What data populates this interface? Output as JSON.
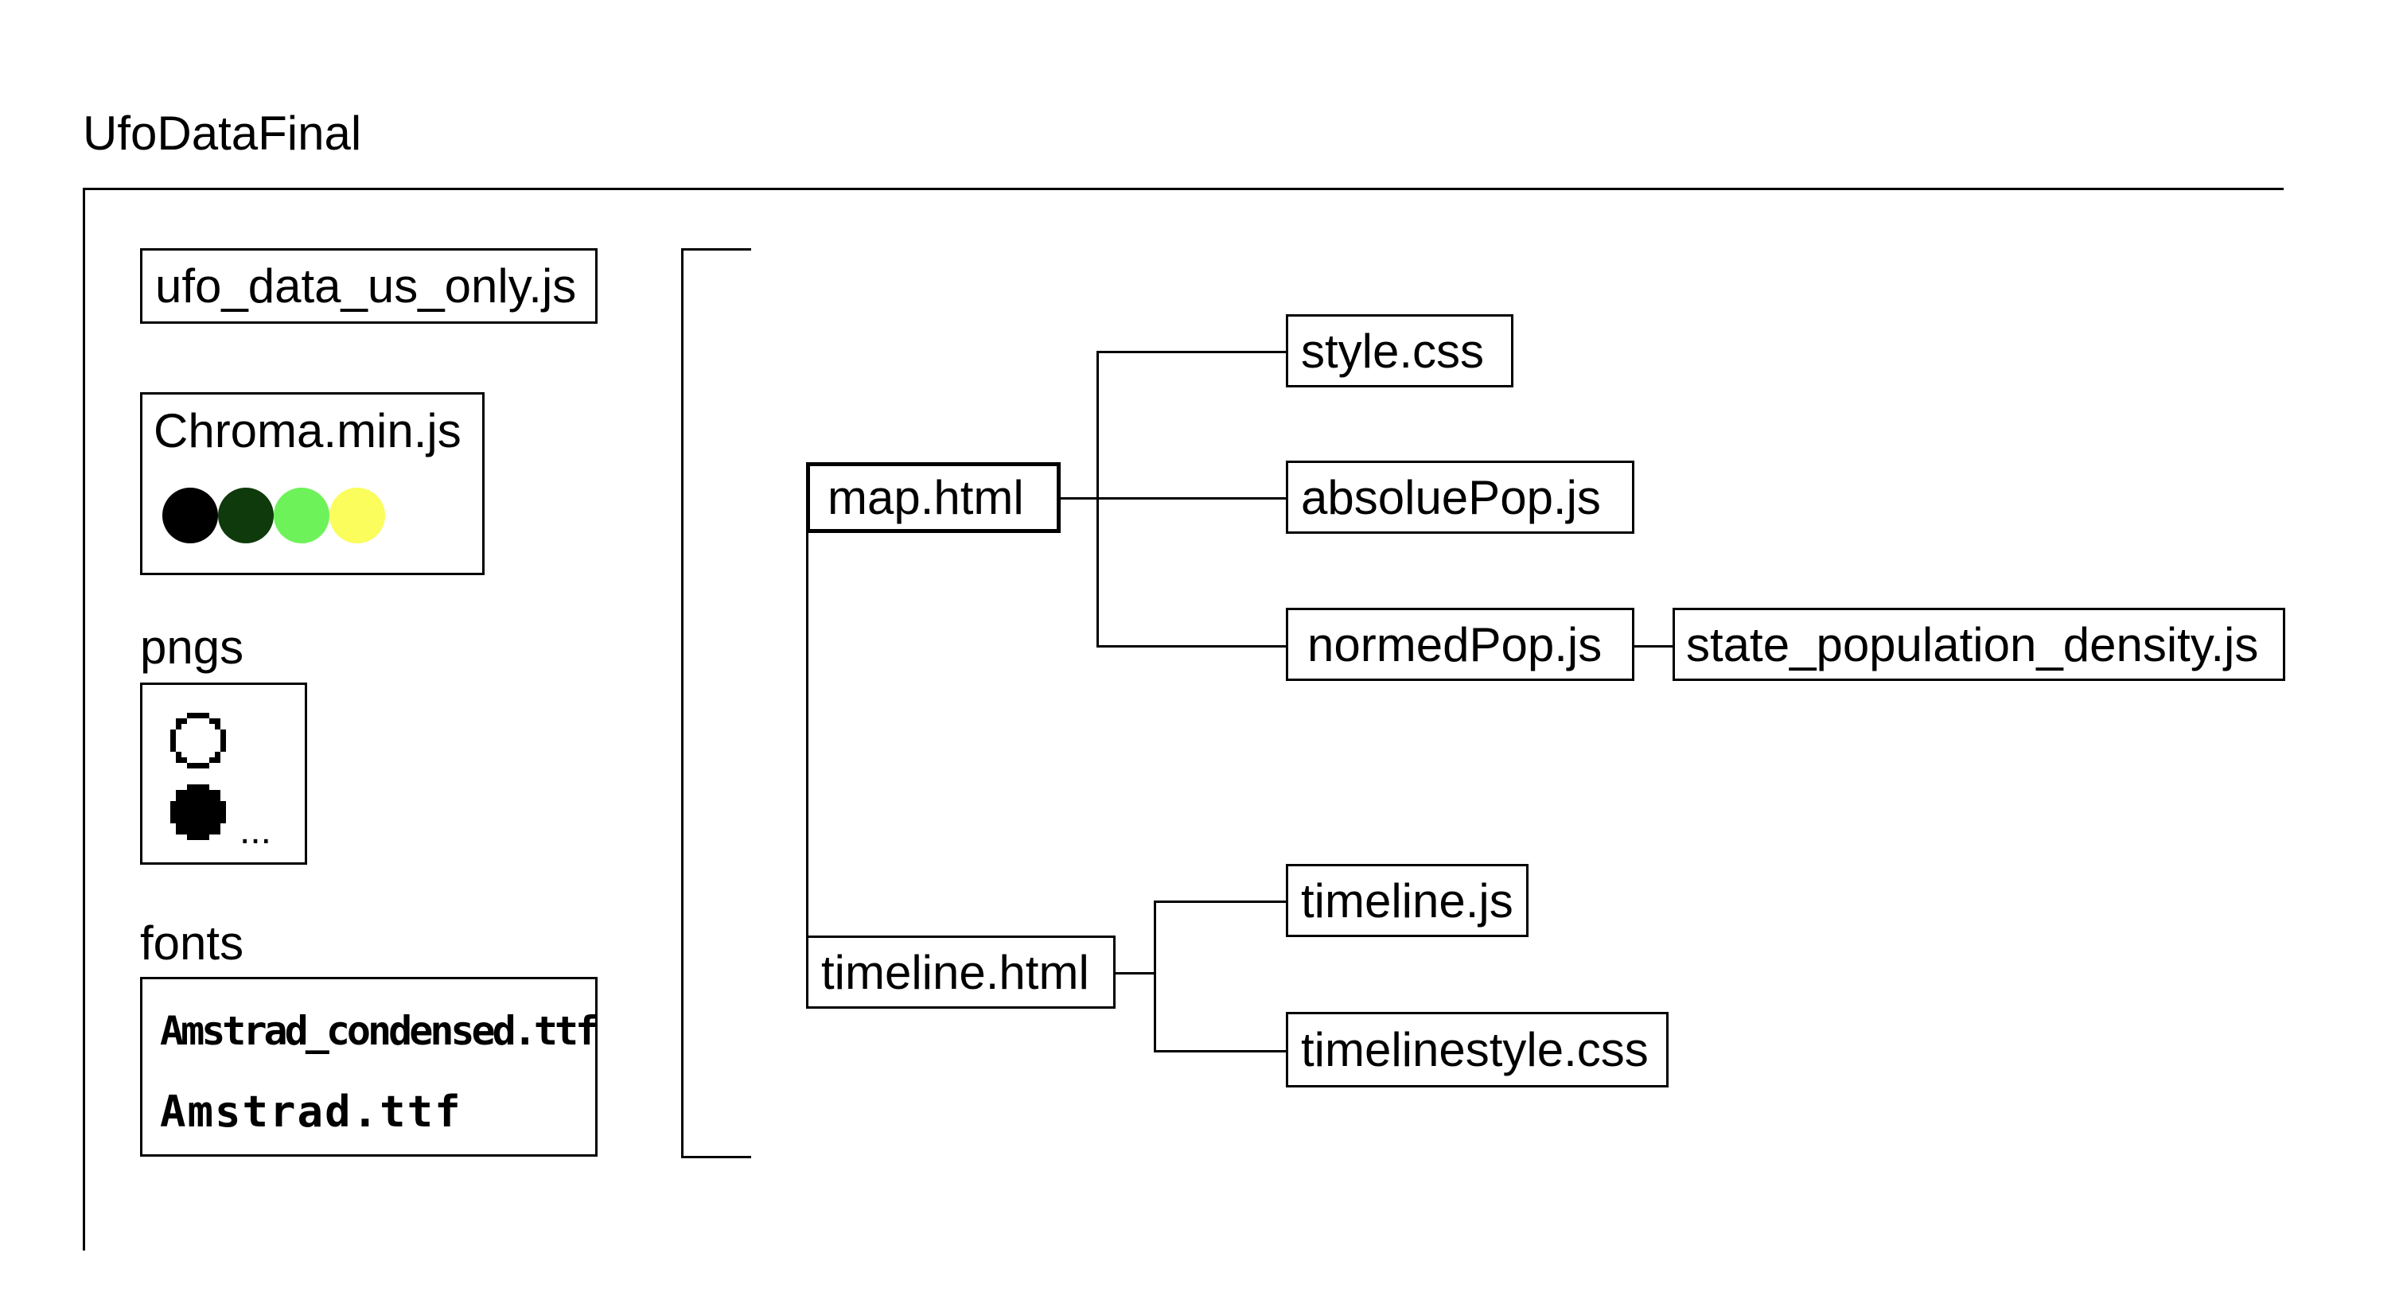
{
  "root": {
    "name": "UfoDataFinal"
  },
  "left_column": {
    "data_file": "ufo_data_us_only.js",
    "chroma": {
      "label": "Chroma.min.js",
      "swatches": [
        "#000000",
        "#0f3a0b",
        "#6ef25a",
        "#fbfd5c"
      ]
    },
    "pngs": {
      "label": "pngs",
      "more": "..."
    },
    "fonts": {
      "label": "fonts",
      "files": [
        "Amstrad_condensed.ttf",
        "Amstrad.ttf"
      ]
    }
  },
  "tree": {
    "map": {
      "name": "map.html",
      "children": [
        "style.css",
        "absoluePop.js",
        "normedPop.js"
      ],
      "normedPop_dependency": "state_population_density.js"
    },
    "timeline": {
      "name": "timeline.html",
      "children": [
        "timeline.js",
        "timelinestyle.css"
      ]
    }
  }
}
